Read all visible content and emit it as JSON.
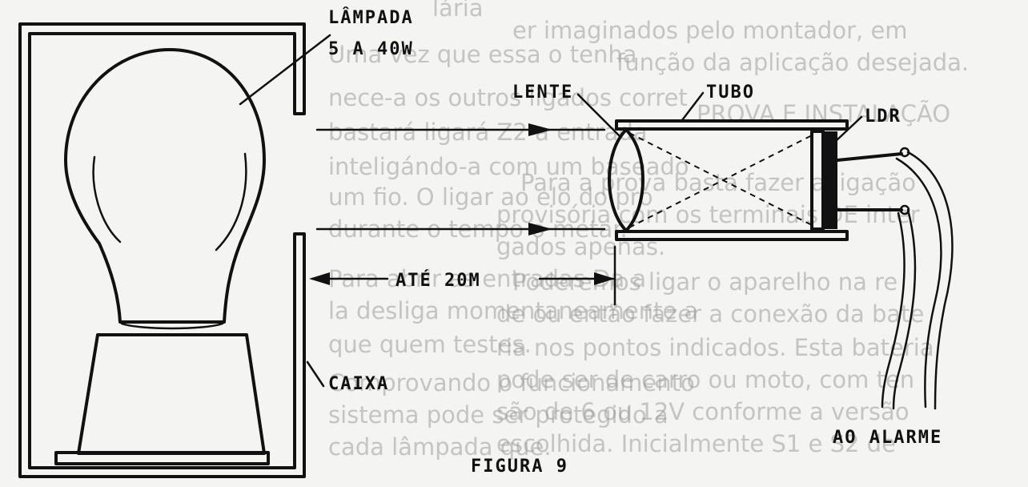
{
  "labels": {
    "lampada": "LÂMPADA",
    "potencia": "5 A 40W",
    "lente": "LENTE",
    "tubo": "TUBO",
    "ldr": "LDR",
    "distancia": "ATÉ 20M",
    "caixa": "CAIXA",
    "alarme": "AO ALARME",
    "figura": "FIGURA  9"
  },
  "background_text": [
    "lária",
    "er imaginados pelo montador, em",
    "função da aplicação desejada.",
    "Uma vez que essa o tenha",
    "nece-a os outros ligados corret",
    "bastará ligará Z2 a entrada",
    "inteligándo-a com um baseado",
    "um fio. O ligar ao elo do pro",
    "durante o tempo o metar.",
    "Para abrir as entradas Da a",
    "la desliga momentaneamente a",
    "que quem testes.",
    "PROVA E INSTALAÇÃO",
    "Para a prova basta fazer a ligação",
    "provisória com os terminais DE inter",
    "gados apenas.",
    "Poderemos ligar o aparelho na re",
    "de ou então fazer a conexão da bate",
    "ria nos pontos indicados. Esta bateria",
    "pode ser de carro ou moto, com ten",
    "são de 6 ou 12V conforme a versão",
    "escolhida. Inicialmente S1 e S2 de",
    "Comprovando o funcionamento",
    "sistema pode ser protegido a",
    "cada lâmpada que."
  ]
}
